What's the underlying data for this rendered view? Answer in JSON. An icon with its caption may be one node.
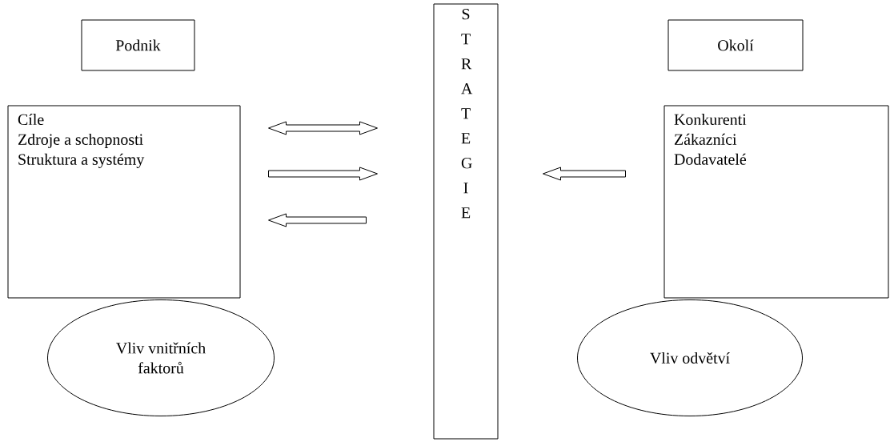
{
  "diagram": {
    "nodes": [
      {
        "text": [
          "Podnik"
        ]
      },
      {
        "text": [
          "Cíle",
          "Zdroje a schopnosti",
          "Struktura a systémy"
        ]
      },
      {
        "text": [
          "S T R A T E G I E"
        ]
      },
      {
        "text": [
          "Okolí"
        ]
      },
      {
        "text": [
          "Konkurenti",
          "Zákazníci",
          "Dodavatelé"
        ]
      },
      {
        "text": [
          "Vliv vnitřních faktorů"
        ]
      },
      {
        "text": [
          "Vliv odvětví"
        ]
      }
    ],
    "edges": [
      {
        "from": 1,
        "to": 2,
        "arrow": "both"
      },
      {
        "from": 1,
        "to": 2,
        "arrow": "to"
      },
      {
        "from": 2,
        "to": 1,
        "arrow": "to"
      },
      {
        "from": 4,
        "to": 2,
        "arrow": "to"
      }
    ]
  }
}
